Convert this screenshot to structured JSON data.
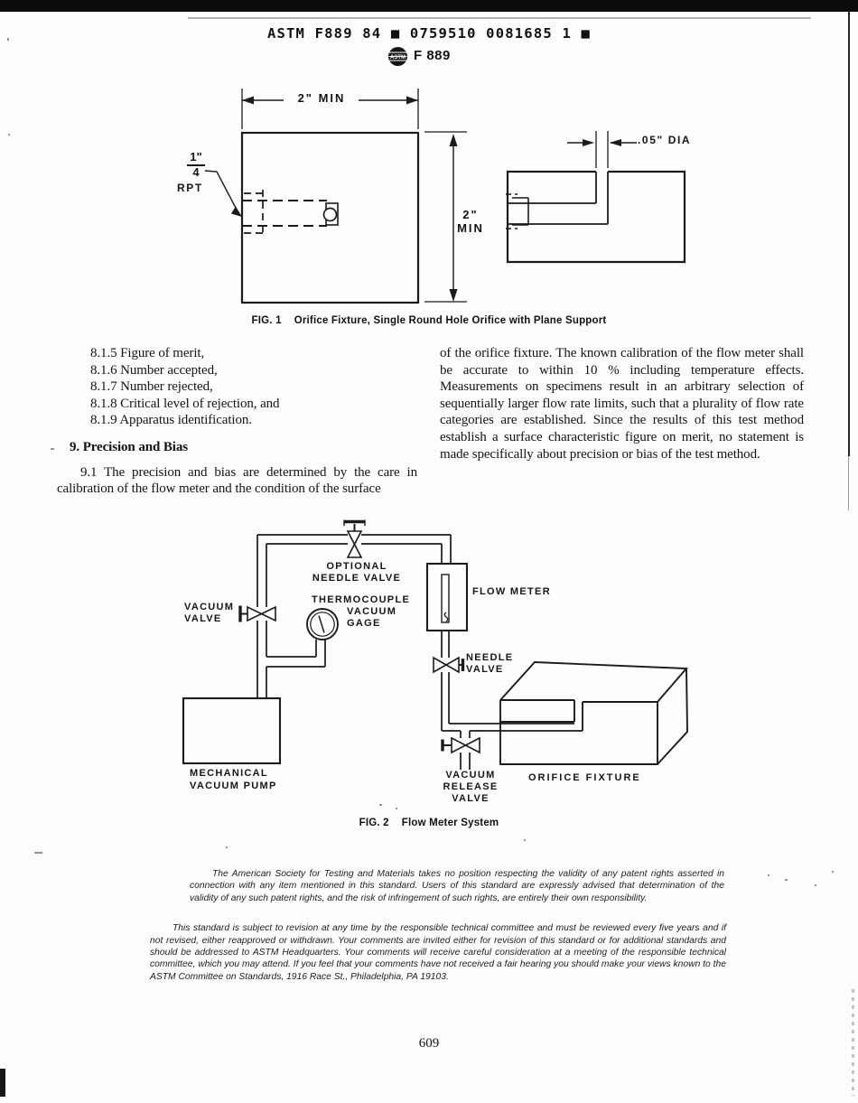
{
  "page": {
    "header_code": "ASTM F889 84 ■ 0759510 0081685 1 ■",
    "logo_text": "ASTM",
    "doc_code": "F 889",
    "page_number": "609"
  },
  "fig1": {
    "dim_width": "2\" MIN",
    "dim_height": [
      "2\"",
      "MIN"
    ],
    "dim_diameter": ".05\" DIA",
    "thread_note": {
      "numerator": "1\"",
      "denominator": "4",
      "label": "RPT"
    },
    "caption_label": "FIG. 1",
    "caption_title": "Orifice Fixture, Single Round Hole Orifice with Plane Support"
  },
  "body": {
    "list_items": [
      "8.1.5  Figure of merit,",
      "8.1.6  Number accepted,",
      "8.1.7  Number rejected,",
      "8.1.8  Critical level of rejection, and",
      "8.1.9  Apparatus identification."
    ],
    "section_heading": "9.  Precision and Bias",
    "para_left": "9.1  The precision and bias are determined by the care in calibration of the flow meter and the condition of the surface",
    "para_right": "of the orifice fixture. The known calibration of the flow meter shall be accurate to within 10 % including temperature effects. Measurements on specimens result in an arbitrary selection of sequentially larger flow rate limits, such that a plurality of flow rate categories are established. Since the results of this test method establish a surface characteristic figure on merit, no statement is made specifically about precision or bias of the test method."
  },
  "fig2": {
    "labels": {
      "optional_valve": [
        "OPTIONAL",
        "NEEDLE VALVE"
      ],
      "vacuum_valve": [
        "VACUUM",
        "VALVE"
      ],
      "thermocouple_gage": [
        "THERMOCOUPLE",
        "VACUUM",
        "GAGE"
      ],
      "flow_meter": "FLOW METER",
      "needle_valve": [
        "NEEDLE",
        "VALVE"
      ],
      "vacuum_pump": [
        "MECHANICAL",
        "VACUUM PUMP"
      ],
      "vacuum_release_valve": [
        "VACUUM",
        "RELEASE",
        "VALVE"
      ],
      "orifice_fixture": "ORIFICE FIXTURE"
    },
    "caption_label": "FIG. 2",
    "caption_title": "Flow Meter System"
  },
  "footer": {
    "para1": "The American Society for Testing and Materials takes no position respecting the validity of any patent rights asserted in connection with any item mentioned in this standard. Users of this standard are expressly advised that determination of the validity of any such patent rights, and the risk of infringement of such rights, are entirely their own responsibility.",
    "para2": "This standard is subject to revision at any time by the responsible technical committee and must be reviewed every five years and if not revised, either reapproved or withdrawn. Your comments are invited either for revision of this standard or for additional standards and should be addressed to ASTM Headquarters. Your comments will receive careful consideration at a meeting of the responsible technical committee, which you may attend. If you feel that your comments have not received a fair hearing you should make your views known to the ASTM Committee on Standards, 1916 Race St., Philadelphia, PA 19103."
  }
}
